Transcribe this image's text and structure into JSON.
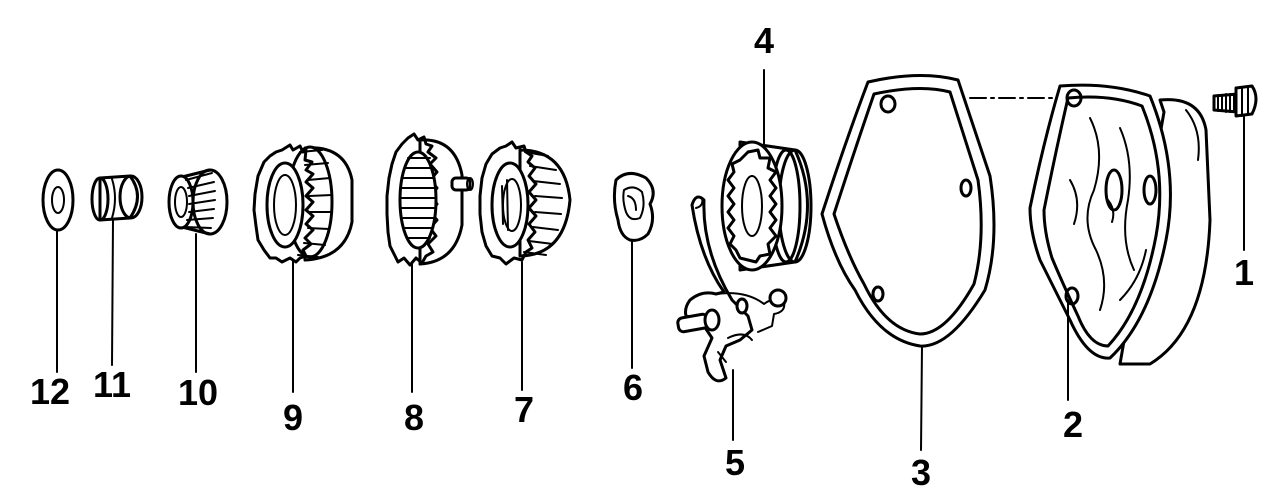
{
  "parts": [
    {
      "id": "part-1",
      "label": "1"
    },
    {
      "id": "part-2",
      "label": "2"
    },
    {
      "id": "part-3",
      "label": "3"
    },
    {
      "id": "part-4",
      "label": "4"
    },
    {
      "id": "part-5",
      "label": "5"
    },
    {
      "id": "part-6",
      "label": "6"
    },
    {
      "id": "part-7",
      "label": "7"
    },
    {
      "id": "part-8",
      "label": "8"
    },
    {
      "id": "part-9",
      "label": "9"
    },
    {
      "id": "part-10",
      "label": "10"
    },
    {
      "id": "part-11",
      "label": "11"
    },
    {
      "id": "part-12",
      "label": "12"
    }
  ]
}
